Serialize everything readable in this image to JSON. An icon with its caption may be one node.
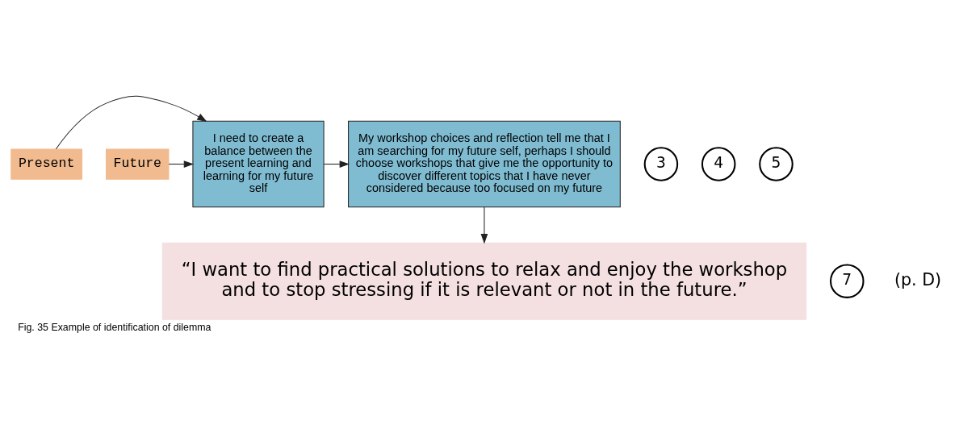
{
  "diagram": {
    "caption": "Fig. 35 Example of identification of dilemma",
    "nodes": [
      {
        "text": [
          "Present"
        ]
      },
      {
        "text": [
          "Future"
        ]
      },
      {
        "text": [
          "3"
        ]
      },
      {
        "text": [
          "I need to create a balance between the present learning and learning for my future self"
        ]
      },
      {
        "text": [
          "4"
        ]
      },
      {
        "text": [
          "My workshop choices and reflection tell me that I am searching for my future self, perhaps I should choose workshops that give me the opportunity to discover different topics that I have never considered because too focused on my future"
        ]
      },
      {
        "text": [
          "5"
        ]
      },
      {
        "text": [
          "“I want to find practical solutions to relax and enjoy the workshop and to stop stressing if it is relevant or not in the future.”"
        ]
      },
      {
        "text": [
          "7"
        ]
      }
    ],
    "edges": [
      {
        "from": 0,
        "to": 3,
        "arrow": "to"
      },
      {
        "from": 1,
        "to": 3,
        "arrow": "to"
      },
      {
        "from": 3,
        "to": 5,
        "arrow": "to"
      },
      {
        "from": 5,
        "to": 7,
        "arrow": "to"
      }
    ],
    "labels": [
      "(p. D)"
    ]
  }
}
